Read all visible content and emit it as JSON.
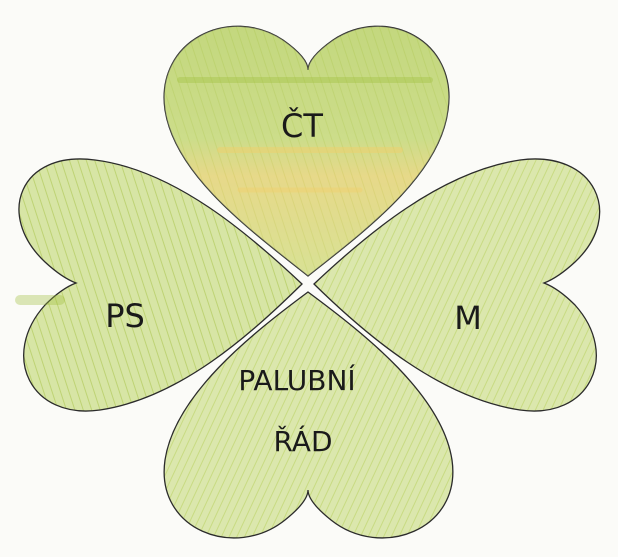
{
  "clover": {
    "leaves": [
      {
        "id": "top",
        "label": "ČT"
      },
      {
        "id": "left",
        "label": "PS"
      },
      {
        "id": "right",
        "label": "M"
      },
      {
        "id": "bottom",
        "label_line1": "PALUBNÍ",
        "label_line2": "ŘÁD"
      }
    ],
    "colors": {
      "leaf_fill": "#cbdc92",
      "leaf_fill_light": "#dde8b4",
      "leaf_stroke_hatch": "#9fbf3a",
      "highlight": "#f3cf6a",
      "outline": "#2b2b2b"
    }
  }
}
